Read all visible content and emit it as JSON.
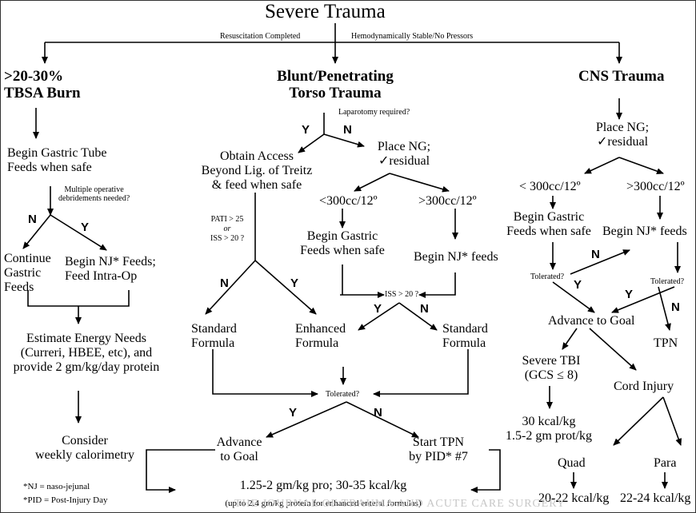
{
  "title": "Severe Trauma",
  "entry_conditions": {
    "left": "Resuscitation Completed",
    "right": "Hemodynamically Stable/No Pressors"
  },
  "burn": {
    "header": ">20-30%\nTBSA Burn",
    "begin_gastric": "Begin Gastric Tube\nFeeds when safe",
    "question": "Multiple operative\ndebridements needed?",
    "no": "N",
    "yes": "Y",
    "continue_gastric": "Continue\nGastric\nFeeds",
    "begin_nj": "Begin NJ* Feeds;\nFeed Intra-Op",
    "estimate": "Estimate Energy Needs\n(Curreri, HBEE, etc), and\nprovide 2 gm/kg/day protein",
    "calorimetry": "Consider\nweekly calorimetry"
  },
  "torso": {
    "header": "Blunt/Penetrating\nTorso Trauma",
    "question": "Laparotomy required?",
    "yes": "Y",
    "no": "N",
    "obtain_access": "Obtain Access\nBeyond Lig. of Treitz\n& feed when safe",
    "place_ng": "Place NG;\n✓residual",
    "lt300": "<300cc/12º",
    "gt300": ">300cc/12º",
    "begin_gastric": "Begin Gastric\nFeeds when safe",
    "begin_nj": "Begin NJ* feeds",
    "pati_line1": "PATI > 25",
    "pati_or": "or",
    "pati_line2": "ISS > 20 ?",
    "pati_no": "N",
    "pati_yes": "Y",
    "iss_question": "ISS > 20 ?",
    "iss_yes": "Y",
    "iss_no": "N",
    "standard_left": "Standard\nFormula",
    "enhanced": "Enhanced\nFormula",
    "standard_right": "Standard\nFormula",
    "tolerated": "Tolerated?",
    "tol_yes": "Y",
    "tol_no": "N",
    "advance": "Advance\nto Goal",
    "start_tpn": "Start TPN\nby PID* #7",
    "goal_line1": "1.25-2 gm/kg pro; 30-35 kcal/kg",
    "goal_line2": "(up to 2.4 gm/kg protein for enhanced enteral formulas)"
  },
  "cns": {
    "header": "CNS Trauma",
    "place_ng": "Place NG;\n✓residual",
    "lt300": "< 300cc/12º",
    "gt300": ">300cc/12º",
    "begin_gastric": "Begin Gastric\nFeeds when safe",
    "begin_nj": "Begin NJ* feeds",
    "no_to_nj": "N",
    "tolerated_left": "Tolerated?",
    "tol_left_yes": "Y",
    "tolerated_right": "Tolerated?",
    "tol_right_yes": "Y",
    "tol_right_no": "N",
    "advance": "Advance to Goal",
    "tpn": "TPN",
    "severe_tbi": "Severe TBI\n(GCS ≤ 8)",
    "cord_injury": "Cord Injury",
    "tbi_goal": "30 kcal/kg\n1.5-2 gm prot/kg",
    "quad": "Quad",
    "para": "Para",
    "quad_goal": "20-22 kcal/kg",
    "para_goal": "22-24 kcal/kg"
  },
  "footnotes": {
    "nj": "*NJ = naso-jejunal",
    "pid": "*PID = Post-Injury Day"
  },
  "watermark": "THE JOURNAL OF TRAUMA AND ACUTE CARE SURGERY"
}
